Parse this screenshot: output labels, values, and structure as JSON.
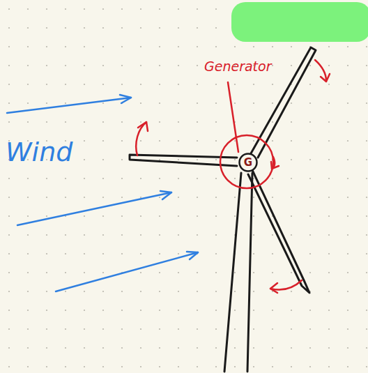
{
  "diagram": {
    "nodes": [
      {
        "text": [
          "G"
        ]
      }
    ],
    "labels": [
      "Wind",
      "Generator"
    ]
  }
}
